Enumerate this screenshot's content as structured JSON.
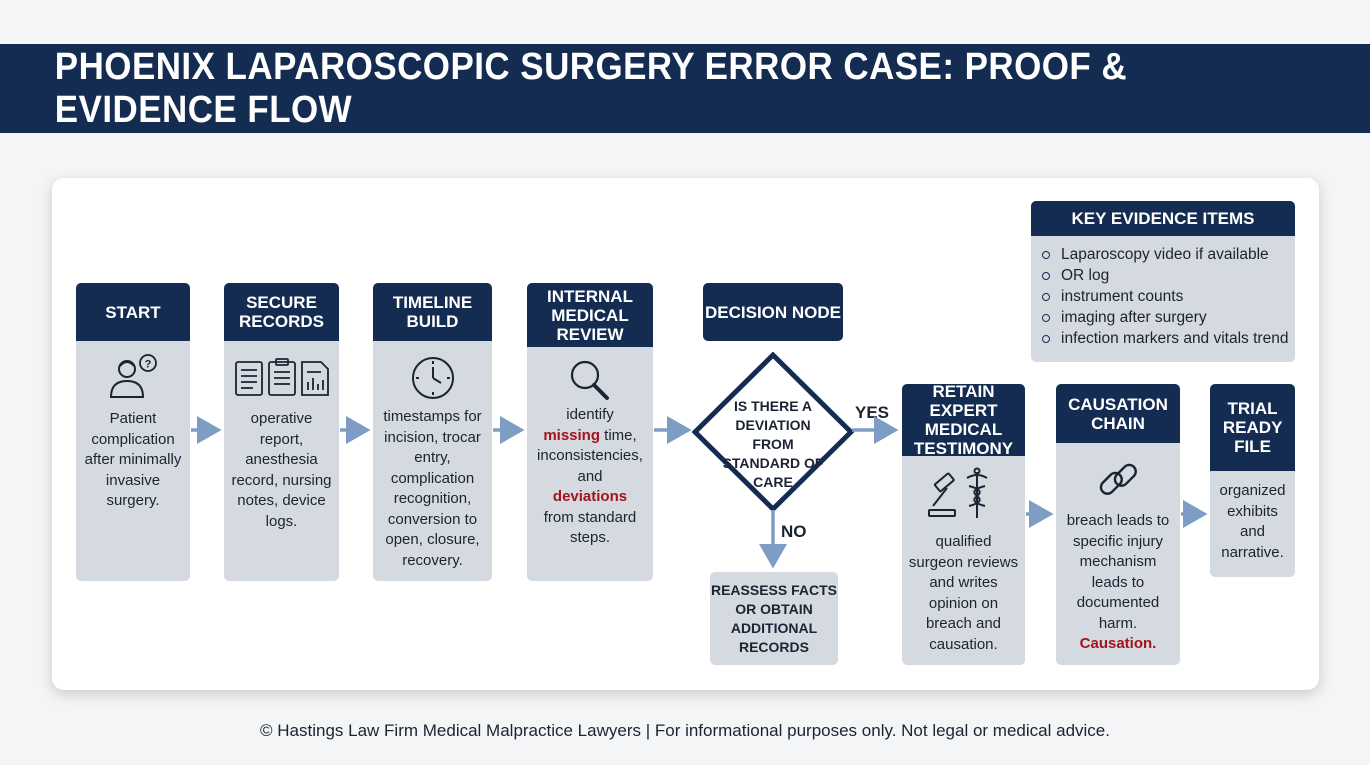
{
  "title": "PHOENIX LAPAROSCOPIC SURGERY ERROR CASE: PROOF & EVIDENCE FLOW",
  "steps": {
    "start": {
      "header": "START",
      "icon": "patient-question-icon",
      "text": "Patient complication after minimally invasive surgery."
    },
    "secure": {
      "header": "SECURE RECORDS",
      "icon": "documents-icon",
      "text": "operative report, anesthesia record, nursing notes, device logs."
    },
    "timeline": {
      "header": "TIMELINE BUILD",
      "icon": "clock-icon",
      "text": "timestamps for incision, trocar entry, complication recognition, conversion to open, closure, recovery."
    },
    "review": {
      "header": "INTERNAL MEDICAL REVIEW",
      "icon": "magnifier-icon",
      "t1": "identify",
      "t2": "missing",
      "t3": "time, inconsistencies, and",
      "t4": "deviations",
      "t5": "from standard steps."
    },
    "decision": {
      "header": "DECISION NODE",
      "question": "IS THERE A DEVIATION FROM STANDARD OF CARE",
      "yes": "YES",
      "no": "NO",
      "no_result": "REASSESS FACTS OR OBTAIN ADDITIONAL RECORDS"
    },
    "expert": {
      "header": "RETAIN EXPERT MEDICAL TESTIMONY",
      "icon": "gavel-caduceus-icon",
      "text": "qualified surgeon reviews and writes opinion on breach and causation."
    },
    "causation": {
      "header": "CAUSATION CHAIN",
      "icon": "chain-link-icon",
      "text": "breach leads to specific injury mechanism leads to documented harm.",
      "highlight": "Causation."
    },
    "trial": {
      "header": "TRIAL READY FILE",
      "text": "organized exhibits and narrative."
    }
  },
  "key_evidence": {
    "header": "KEY EVIDENCE ITEMS",
    "items": [
      "Laparoscopy video if available",
      "OR log",
      "instrument counts",
      "imaging after surgery",
      "infection markers and vitals trend"
    ]
  },
  "footer": "© Hastings Law Firm Medical Malpractice Lawyers | For informational purposes only. Not legal or medical advice.",
  "colors": {
    "navy": "#152c52",
    "box": "#d5d9e0",
    "arrow": "#7d9dc4",
    "accent_red": "#a3141b"
  }
}
